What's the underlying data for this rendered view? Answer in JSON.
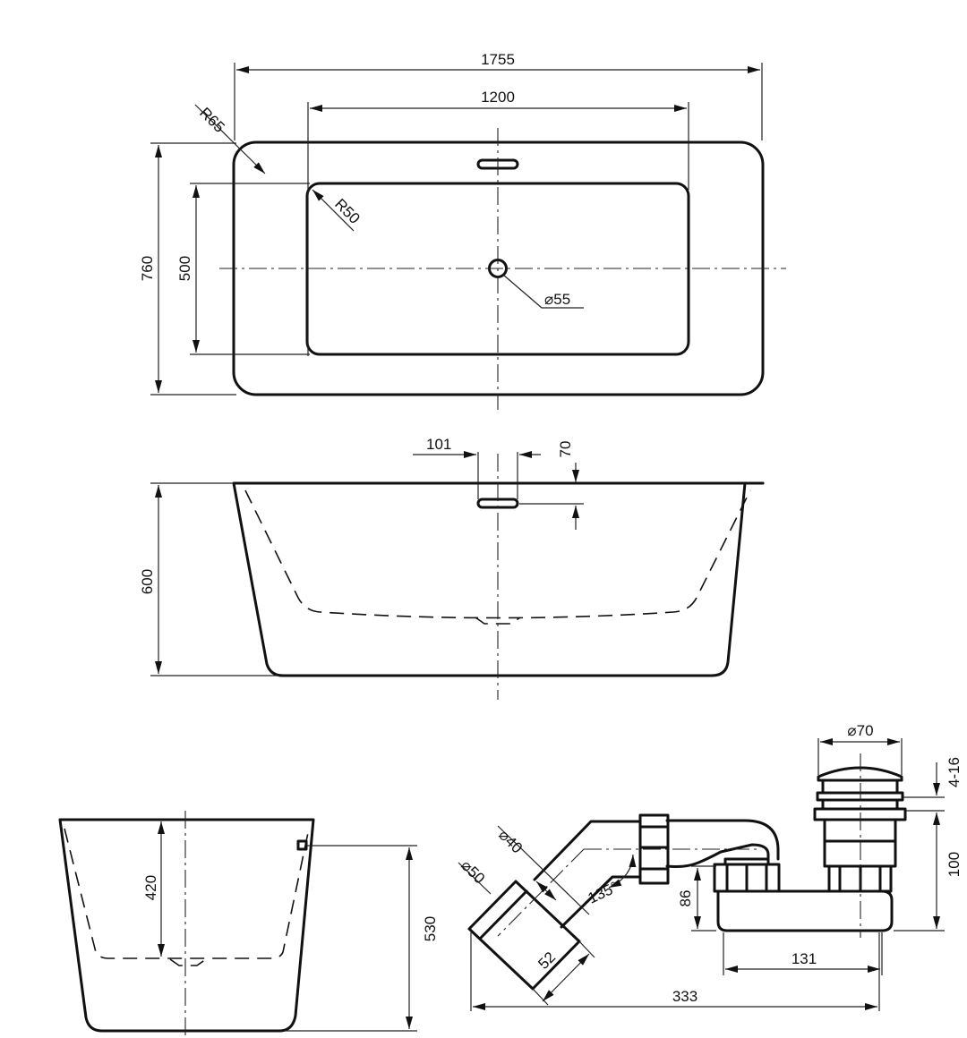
{
  "plan_view": {
    "overall_length": "1755",
    "inner_length": "1200",
    "outer_radius": "R65",
    "inner_radius": "R50",
    "overall_width": "760",
    "inner_width": "500",
    "drain_diameter": "⌀55"
  },
  "side_view": {
    "overflow_length": "101",
    "overflow_height": "70",
    "height": "600"
  },
  "end_view": {
    "inner_depth": "420",
    "height": "530"
  },
  "siphon": {
    "plug_diameter": "⌀70",
    "plug_adjust": "4-16",
    "drain_height": "100",
    "pipe_inner": "⌀40",
    "pipe_outer": "⌀50",
    "angle": "135°",
    "trap_height": "86",
    "socket_length": "52",
    "trap_length": "131",
    "total_length": "333"
  }
}
